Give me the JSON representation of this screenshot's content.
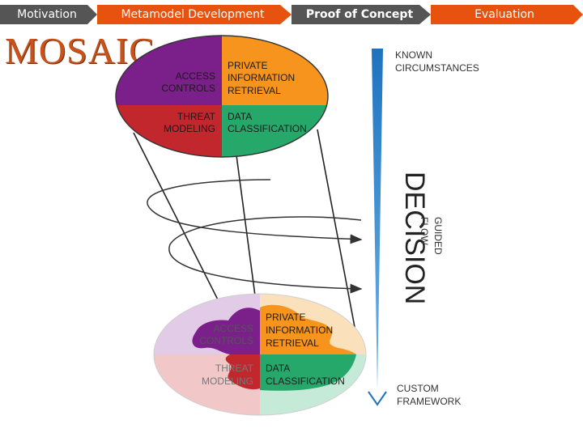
{
  "nav": {
    "steps": [
      {
        "label": "Motivation"
      },
      {
        "label": "Metamodel  Development"
      },
      {
        "label": "Proof of Concept"
      },
      {
        "label": "Evaluation"
      }
    ],
    "active_color": "#e8520f",
    "inactive_color": "#555555"
  },
  "brand": {
    "title": "MOSAIC"
  },
  "diagram": {
    "top": {
      "access": [
        "ACCESS",
        "CONTROLS"
      ],
      "pir": [
        "PRIVATE",
        "INFORMATION",
        "RETRIEVAL"
      ],
      "threat": [
        "THREAT",
        "MODELING"
      ],
      "data": [
        "DATA",
        "CLASSIFICATION"
      ]
    },
    "bottom": {
      "access": [
        "ACCESS",
        "CONTROLS"
      ],
      "pir": [
        "PRIVATE",
        "INFORMATION",
        "RETRIEVAL"
      ],
      "threat": [
        "THREAT",
        "MODELING"
      ],
      "data": [
        "DATA",
        "CLASSIFICATION"
      ]
    },
    "flow": {
      "known": [
        "KNOWN",
        "CIRCUMSTANCES"
      ],
      "decision": "DECISION",
      "guided": "GUIDED",
      "flow": "FLOW",
      "custom": [
        "CUSTOM",
        "FRAMEWORK"
      ]
    },
    "colors": {
      "purple": "#7b1f8a",
      "orange": "#f7941d",
      "red": "#c1272d",
      "green": "#27a86b",
      "blue": "#1e73be"
    }
  }
}
